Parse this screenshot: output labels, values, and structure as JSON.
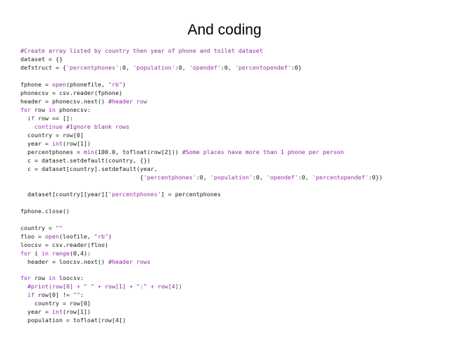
{
  "slide": {
    "title": "And coding"
  },
  "colors": {
    "comment": "#8f2aa3",
    "string": "#9a2fa8",
    "keyword": "#a12bc0",
    "builtin": "#8a2fa6",
    "text": "#1a1a1a"
  },
  "code": {
    "lines": [
      [
        {
          "t": "comment",
          "v": "#Create array listed by country then year of phone and toilet dataset"
        }
      ],
      [
        {
          "t": "text",
          "v": "dataset = {}"
        }
      ],
      [
        {
          "t": "text",
          "v": "defstruct = {"
        },
        {
          "t": "string",
          "v": "'percentphones'"
        },
        {
          "t": "text",
          "v": ":0, "
        },
        {
          "t": "string",
          "v": "'population'"
        },
        {
          "t": "text",
          "v": ":0, "
        },
        {
          "t": "string",
          "v": "'opendef'"
        },
        {
          "t": "text",
          "v": ":0, "
        },
        {
          "t": "string",
          "v": "'percentopendef'"
        },
        {
          "t": "text",
          "v": ":0}"
        }
      ],
      [],
      [
        {
          "t": "text",
          "v": "fphone = "
        },
        {
          "t": "builtin",
          "v": "open"
        },
        {
          "t": "text",
          "v": "(phonefile, "
        },
        {
          "t": "string",
          "v": "\"rb\""
        },
        {
          "t": "text",
          "v": ")"
        }
      ],
      [
        {
          "t": "text",
          "v": "phonecsv = csv.reader(fphone)"
        }
      ],
      [
        {
          "t": "text",
          "v": "header = phonecsv.next() "
        },
        {
          "t": "comment",
          "v": "#header row"
        }
      ],
      [
        {
          "t": "keyword",
          "v": "for"
        },
        {
          "t": "text",
          "v": " row "
        },
        {
          "t": "keyword",
          "v": "in"
        },
        {
          "t": "text",
          "v": " phonecsv:"
        }
      ],
      [
        {
          "t": "text",
          "v": "  "
        },
        {
          "t": "keyword",
          "v": "if"
        },
        {
          "t": "text",
          "v": " row == []:"
        }
      ],
      [
        {
          "t": "text",
          "v": "    "
        },
        {
          "t": "keyword",
          "v": "continue"
        },
        {
          "t": "text",
          "v": " "
        },
        {
          "t": "comment",
          "v": "#Ignore blank rows"
        }
      ],
      [
        {
          "t": "text",
          "v": "  country = row[0]"
        }
      ],
      [
        {
          "t": "text",
          "v": "  year = "
        },
        {
          "t": "builtin",
          "v": "int"
        },
        {
          "t": "text",
          "v": "(row[1])"
        }
      ],
      [
        {
          "t": "text",
          "v": "  percentphones = "
        },
        {
          "t": "builtin",
          "v": "min"
        },
        {
          "t": "text",
          "v": "(100.0, tofloat(row[2])) "
        },
        {
          "t": "comment",
          "v": "#Some places have more than 1 phone per person"
        }
      ],
      [
        {
          "t": "text",
          "v": "  c = dataset.setdefault(country, {})"
        }
      ],
      [
        {
          "t": "text",
          "v": "  c = dataset[country].setdefault(year,"
        }
      ],
      [
        {
          "t": "text",
          "v": "                                  {"
        },
        {
          "t": "string",
          "v": "'percentphones'"
        },
        {
          "t": "text",
          "v": ":0, "
        },
        {
          "t": "string",
          "v": "'population'"
        },
        {
          "t": "text",
          "v": ":0, "
        },
        {
          "t": "string",
          "v": "'opendef'"
        },
        {
          "t": "text",
          "v": ":0, "
        },
        {
          "t": "string",
          "v": "'percentopendef'"
        },
        {
          "t": "text",
          "v": ":0})"
        }
      ],
      [],
      [
        {
          "t": "text",
          "v": "  dataset[country][year]["
        },
        {
          "t": "string",
          "v": "'percentphones'"
        },
        {
          "t": "text",
          "v": "] = percentphones"
        }
      ],
      [],
      [
        {
          "t": "text",
          "v": "fphone.close()"
        }
      ],
      [],
      [
        {
          "t": "text",
          "v": "country = "
        },
        {
          "t": "string",
          "v": "\"\""
        }
      ],
      [
        {
          "t": "text",
          "v": "floo = "
        },
        {
          "t": "builtin",
          "v": "open"
        },
        {
          "t": "text",
          "v": "(loofile, "
        },
        {
          "t": "string",
          "v": "\"rb\""
        },
        {
          "t": "text",
          "v": ")"
        }
      ],
      [
        {
          "t": "text",
          "v": "loocsv = csv.reader(floo)"
        }
      ],
      [
        {
          "t": "keyword",
          "v": "for"
        },
        {
          "t": "text",
          "v": " i "
        },
        {
          "t": "keyword",
          "v": "in"
        },
        {
          "t": "text",
          "v": " "
        },
        {
          "t": "builtin",
          "v": "range"
        },
        {
          "t": "text",
          "v": "(0,4):"
        }
      ],
      [
        {
          "t": "text",
          "v": "  header = loocsv.next() "
        },
        {
          "t": "comment",
          "v": "#header rows"
        }
      ],
      [],
      [
        {
          "t": "keyword",
          "v": "for"
        },
        {
          "t": "text",
          "v": " row "
        },
        {
          "t": "keyword",
          "v": "in"
        },
        {
          "t": "text",
          "v": " loocsv:"
        }
      ],
      [
        {
          "t": "text",
          "v": "  "
        },
        {
          "t": "comment",
          "v": "#print(row[0] + \" \" + row[1] + \":\" + row[4])"
        }
      ],
      [
        {
          "t": "text",
          "v": "  "
        },
        {
          "t": "keyword",
          "v": "if"
        },
        {
          "t": "text",
          "v": " row[0] != "
        },
        {
          "t": "string",
          "v": "\"\""
        },
        {
          "t": "text",
          "v": ":"
        }
      ],
      [
        {
          "t": "text",
          "v": "    country = row[0]"
        }
      ],
      [
        {
          "t": "text",
          "v": "  year = "
        },
        {
          "t": "builtin",
          "v": "int"
        },
        {
          "t": "text",
          "v": "(row[1])"
        }
      ],
      [
        {
          "t": "text",
          "v": "  population = tofloat(row[4])"
        }
      ]
    ]
  }
}
